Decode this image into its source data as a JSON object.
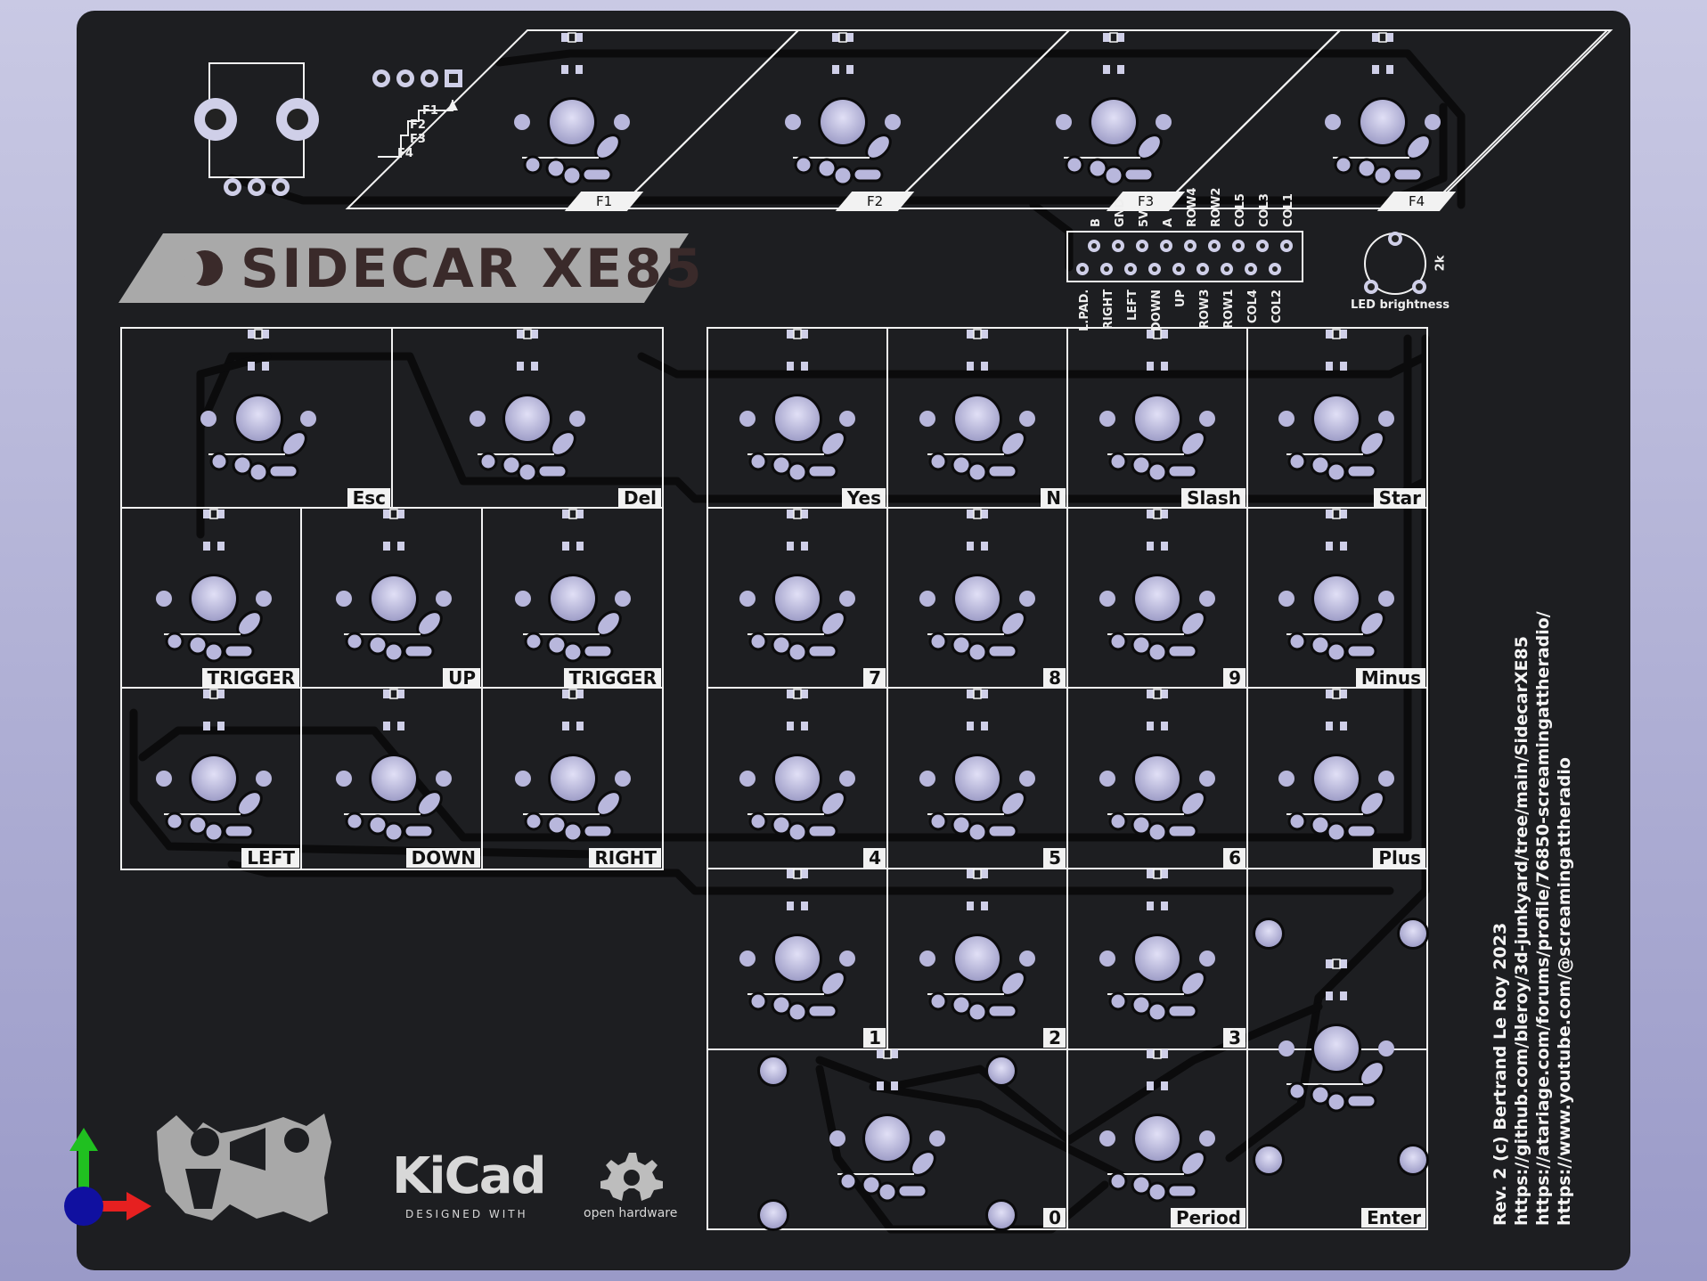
{
  "board": {
    "title": "SIDECAR XE85",
    "pot_label": "LED brightness",
    "pot_value": "2k",
    "credits": [
      "Rev. 2 (c) Bertrand Le Roy 2023",
      "https://github.com/bleroy/3d-junkyard/tree/main/SidecarXE85",
      "https://atariage.com/forums/profile/76850-screamingattheradio/",
      "https://www.youtube.com/@screamingattheradio"
    ],
    "logos": {
      "kicad": "KiCad",
      "kicad_sub": "DESIGNED WITH",
      "oshw": "open hardware"
    },
    "function_keys": [
      "F1",
      "F2",
      "F3",
      "F4"
    ],
    "function_key_connector_labels": [
      "F1",
      "F2",
      "F3",
      "F4"
    ],
    "header_top_pins": [
      "B",
      "GND",
      "5V",
      "A",
      "ROW4",
      "ROW2",
      "COL5",
      "COL3",
      "COL1"
    ],
    "header_bottom_pins": [
      "L.PAD.",
      "RIGHT",
      "LEFT",
      "DOWN",
      "UP",
      "ROW3",
      "ROW1",
      "COL4",
      "COL2"
    ],
    "left_keys": [
      "Esc",
      "Del",
      "TRIGGER",
      "UP",
      "TRIGGER",
      "LEFT",
      "DOWN",
      "RIGHT"
    ],
    "right_keys": [
      "Yes",
      "N",
      "Slash",
      "Star",
      "7",
      "8",
      "9",
      "Minus",
      "4",
      "5",
      "6",
      "Plus",
      "1",
      "2",
      "3",
      "0",
      "Period",
      "Enter"
    ]
  },
  "colors": {
    "board": "#1d1e21",
    "silkscreen": "#f2f2f2",
    "pad": "#b8b7dc",
    "trace": "#0b0b0c",
    "background_top": "#c9c9e4",
    "background_bottom": "#9a9ac8",
    "axis_x": "#e62020",
    "axis_y": "#20c020",
    "axis_z": "#1010a0"
  },
  "icons": [
    "mascot-logo-icon",
    "kicad-logo-icon",
    "open-hardware-gear-icon",
    "axis-gizmo-icon",
    "audio-jack-icon"
  ]
}
